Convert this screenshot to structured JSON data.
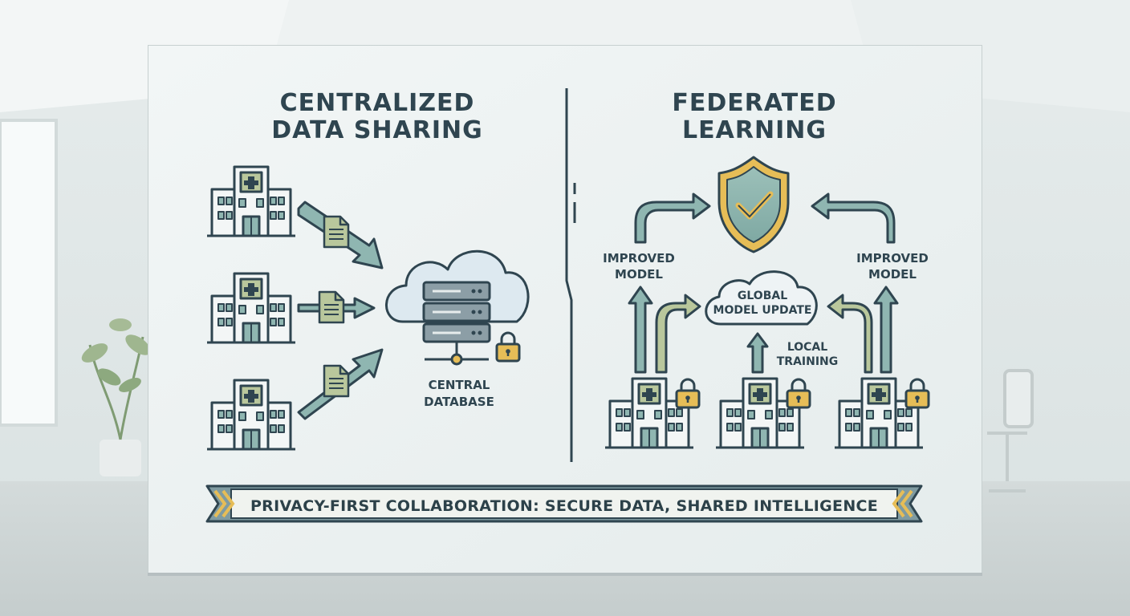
{
  "diagram": {
    "left_title_line1": "CENTRALIZED",
    "left_title_line2": "DATA SHARING",
    "central_db_line1": "CENTRAL",
    "central_db_line2": "DATABASE",
    "right_title_line1": "FEDERATED",
    "right_title_line2": "LEARNING",
    "improved_left_line1": "IMPROVED",
    "improved_left_line2": "MODEL",
    "improved_right_line1": "IMPROVED",
    "improved_right_line2": "MODEL",
    "global_line1": "GLOBAL",
    "global_line2": "MODEL UPDATE",
    "local_line1": "LOCAL",
    "local_line2": "TRAINING",
    "banner": "PRIVACY-FIRST COLLABORATION: SECURE DATA, SHARED INTELLIGENCE"
  },
  "colors": {
    "ink": "#2f4550",
    "sage": "#b9c79c",
    "teal": "#8fb6b1",
    "gold": "#e6bd57",
    "banner_fill": "#7f9ba1"
  }
}
